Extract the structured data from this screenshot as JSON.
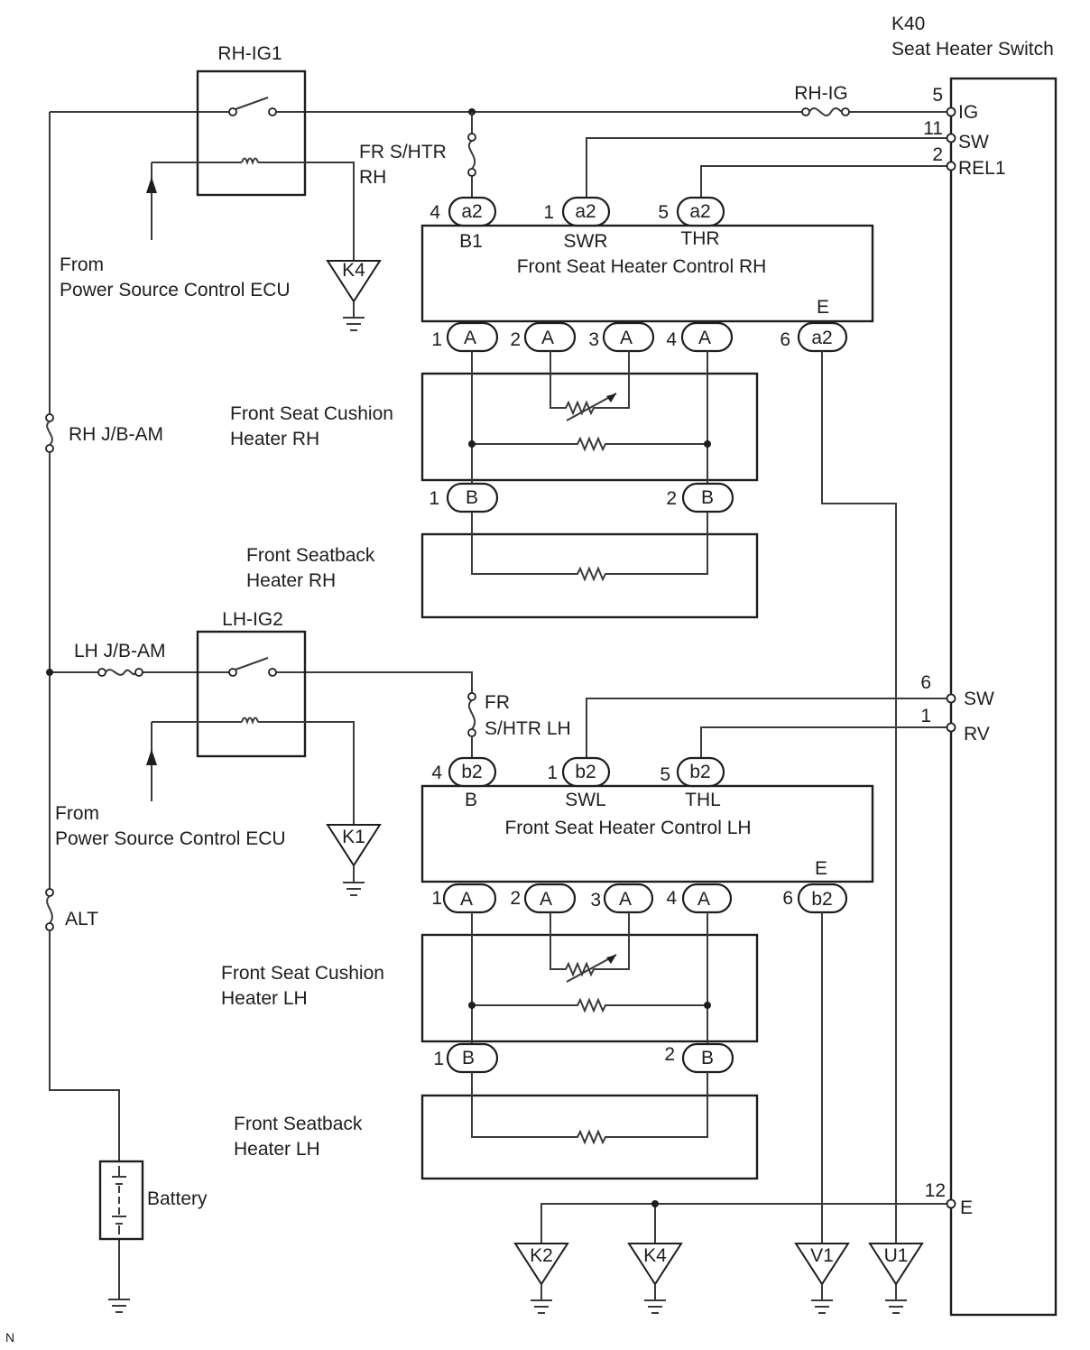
{
  "switch": {
    "id": "K40",
    "name": "Seat Heater Switch",
    "pins": [
      {
        "num": "5",
        "name": "IG"
      },
      {
        "num": "11",
        "name": "SW"
      },
      {
        "num": "2",
        "name": "REL1"
      },
      {
        "num": "6",
        "name": "SW"
      },
      {
        "num": "1",
        "name": "RV"
      },
      {
        "num": "12",
        "name": "E"
      }
    ]
  },
  "relays": {
    "rh": "RH-IG1",
    "lh": "LH-IG2"
  },
  "fuses": {
    "rh_ig": "RH-IG",
    "fr_shtr_rh": [
      "FR S/HTR",
      "RH"
    ],
    "rh_jb_am": "RH J/B-AM",
    "lh_jb_am": "LH J/B-AM",
    "fr_shtr_lh": [
      "FR",
      "S/HTR LH"
    ],
    "alt": "ALT"
  },
  "from_ecu": [
    "From",
    "Power Source Control ECU"
  ],
  "grounds": {
    "rh_relay": "K4",
    "lh_relay": "K1",
    "bottom": [
      "K2",
      "K4",
      "V1",
      "U1"
    ]
  },
  "ctrl_rh": {
    "name": "Front Seat Heater Control RH",
    "top": [
      {
        "num": "4",
        "conn": "a2",
        "term": "B1"
      },
      {
        "num": "1",
        "conn": "a2",
        "term": "SWR"
      },
      {
        "num": "5",
        "conn": "a2",
        "term": "THR"
      }
    ],
    "bottom": [
      {
        "num": "1",
        "conn": "A"
      },
      {
        "num": "2",
        "conn": "A"
      },
      {
        "num": "3",
        "conn": "A"
      },
      {
        "num": "4",
        "conn": "A"
      }
    ],
    "ground": {
      "num": "6",
      "conn": "a2",
      "term": "E"
    }
  },
  "ctrl_lh": {
    "name": "Front Seat Heater Control LH",
    "top": [
      {
        "num": "4",
        "conn": "b2",
        "term": "B"
      },
      {
        "num": "1",
        "conn": "b2",
        "term": "SWL"
      },
      {
        "num": "5",
        "conn": "b2",
        "term": "THL"
      }
    ],
    "bottom": [
      {
        "num": "1",
        "conn": "A"
      },
      {
        "num": "2",
        "conn": "A"
      },
      {
        "num": "3",
        "conn": "A"
      },
      {
        "num": "4",
        "conn": "A"
      }
    ],
    "ground": {
      "num": "6",
      "conn": "b2",
      "term": "E"
    }
  },
  "heaters": {
    "cushion_rh": [
      "Front Seat Cushion",
      "Heater RH"
    ],
    "back_rh": [
      "Front Seatback",
      "Heater RH"
    ],
    "cushion_lh": [
      "Front Seat Cushion",
      "Heater LH"
    ],
    "back_lh": [
      "Front Seatback",
      "Heater LH"
    ],
    "cushion_pins": [
      {
        "num": "1",
        "conn": "B"
      },
      {
        "num": "2",
        "conn": "B"
      }
    ]
  },
  "battery": "Battery",
  "corner_note": "N"
}
